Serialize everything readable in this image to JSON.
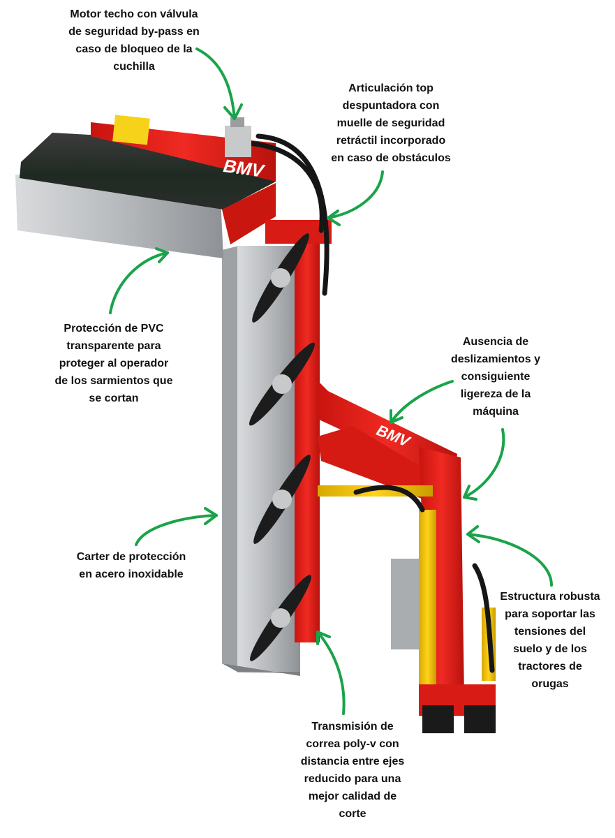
{
  "labels": {
    "motor": "Motor techo con válvula\nde seguridad by-pass en\ncaso de bloqueo de la\ncuchilla",
    "articulacion": "Articulación top\ndespuntadora con\nmuelle de seguridad\nretráctil incorporado\nen caso de obstáculos",
    "pvc": "Protección de PVC\ntransparente para\nproteger al operador\nde los sarmientos que\nse cortan",
    "deslizamientos": "Ausencia de\ndeslizamientos y\nconsiguiente\nligereza de la\nmáquina",
    "carter": "Carter de protección\nen acero inoxidable",
    "estructura": "Estructura robusta\npara soportar las\ntensiones del\nsuelo y de los\ntractores de\norugas",
    "transmision": "Transmisión de\ncorrea poly-v con\ndistancia entre ejes\nreducido para una\nmejor calidad de\ncorte"
  },
  "brand": {
    "logo_text": "BMV"
  },
  "colors": {
    "arrow": "#1aa34a",
    "frame_red": "#e4211c",
    "steel": "#b9bcbf",
    "cylinder_yellow": "#f2c400",
    "blade": "#1c1c1c",
    "hose": "#161616"
  }
}
